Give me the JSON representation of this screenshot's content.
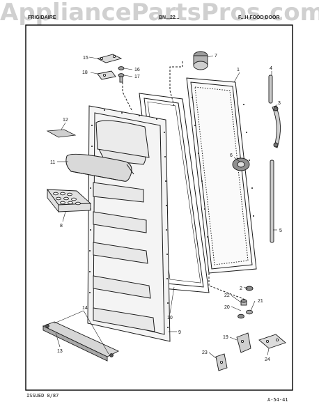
{
  "watermark": "AppliancePartsPros.com",
  "header": {
    "left": "FRIGIDAIRE",
    "middle": "BN...22...",
    "right": "F...H FOOD DOOR"
  },
  "footer": {
    "issued": "ISSUED 8/87",
    "page_code": "A-54-41"
  },
  "callouts": [
    "1",
    "2",
    "3",
    "4",
    "5",
    "6",
    "7",
    "8",
    "9",
    "10",
    "11",
    "12",
    "13",
    "14",
    "14",
    "15",
    "16",
    "17",
    "18",
    "19",
    "20",
    "21",
    "22",
    "23",
    "24"
  ],
  "colors": {
    "line": "#1a1a1a",
    "shade": "#cfcfcf",
    "border": "#000000"
  }
}
